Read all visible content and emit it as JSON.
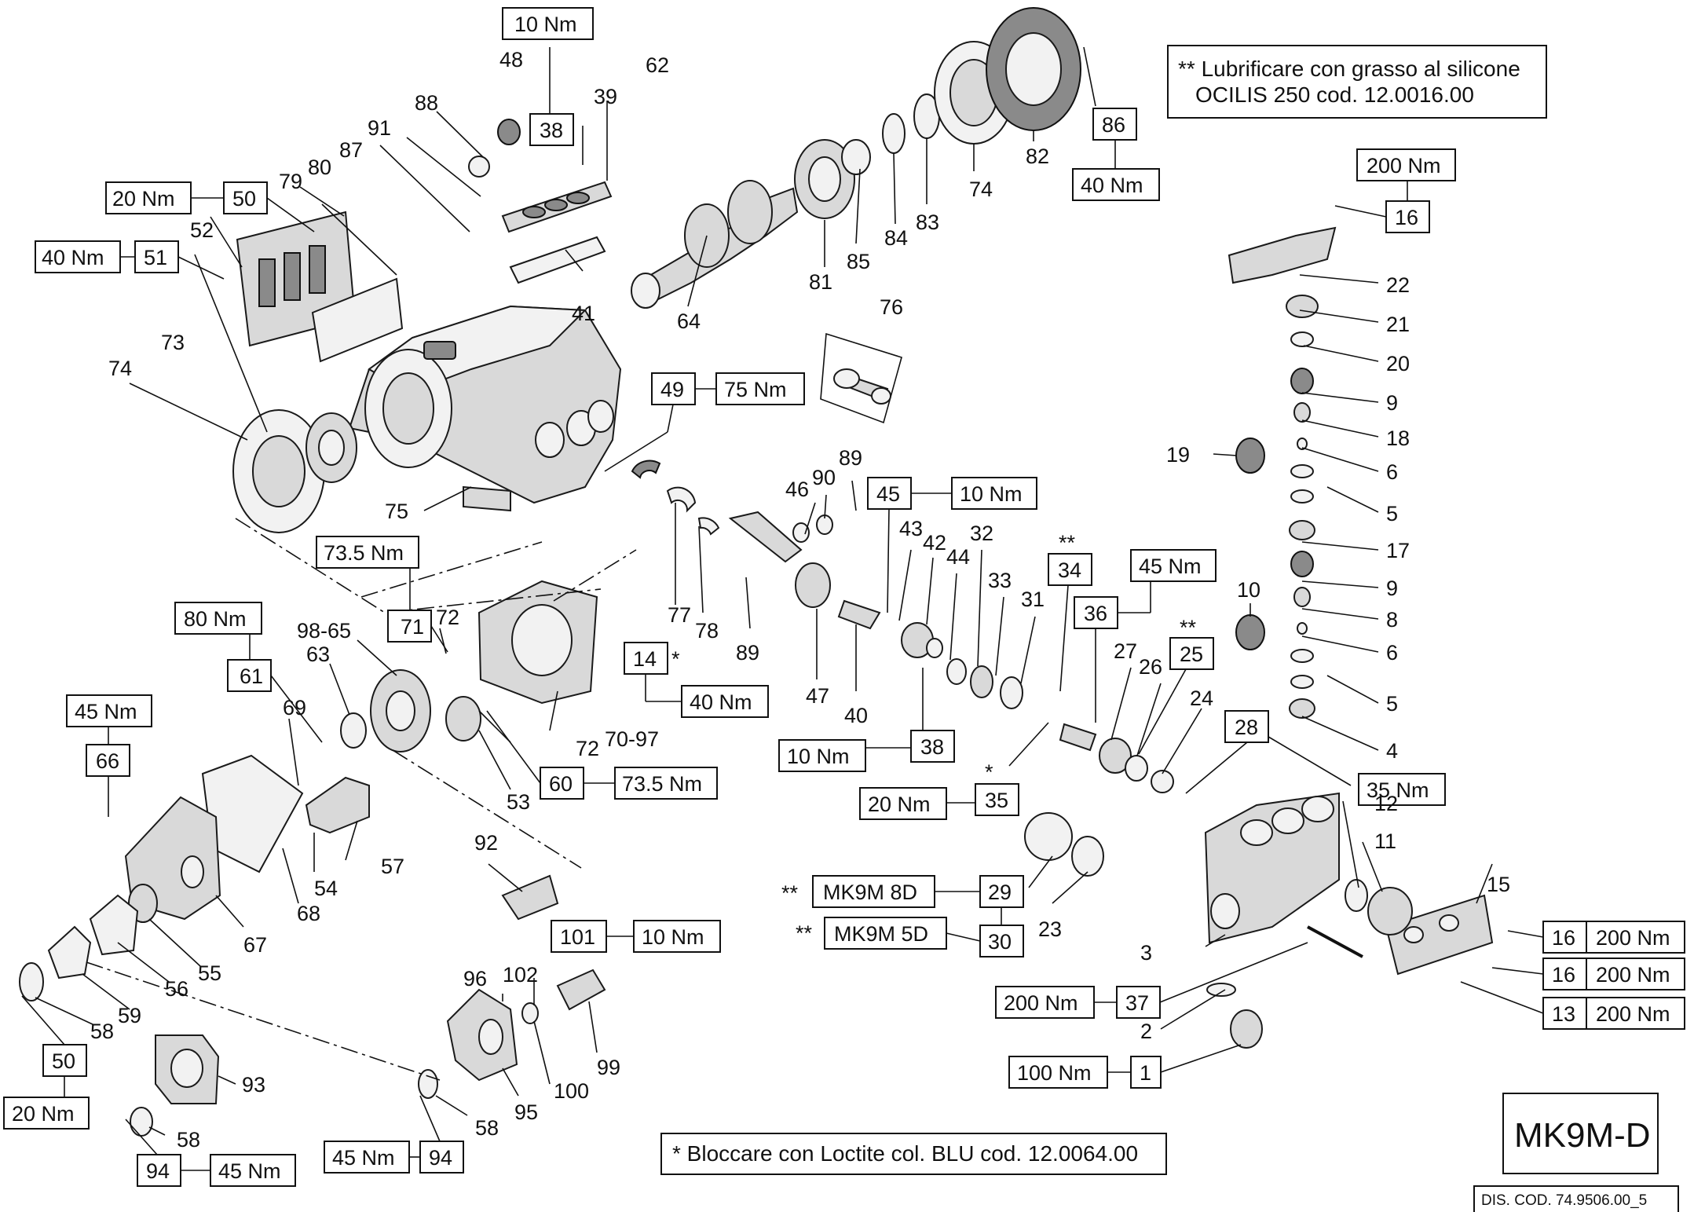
{
  "notes": {
    "silicone_line1": "** Lubrificare con grasso al silicone",
    "silicone_line2": "OCILIS 250 cod. 12.0016.00",
    "loctite": "* Bloccare con Loctite col. BLU cod. 12.0064.00"
  },
  "model": "MK9M-D",
  "drawing_code": "DIS. COD. 74.9506.00_5",
  "torque_boxes": [
    {
      "id": "b38-top",
      "num": "38",
      "torque": "10 Nm"
    },
    {
      "id": "b50",
      "num": "50",
      "torque": "20 Nm"
    },
    {
      "id": "b51",
      "num": "51",
      "torque": "40 Nm"
    },
    {
      "id": "b86",
      "num": "86",
      "torque": "40 Nm"
    },
    {
      "id": "b16-top",
      "num": "16",
      "torque": "200 Nm"
    },
    {
      "id": "b49",
      "num": "49",
      "torque": "75 Nm"
    },
    {
      "id": "b45",
      "num": "45",
      "torque": "10 Nm"
    },
    {
      "id": "b71",
      "num": "71",
      "torque": "73.5 Nm"
    },
    {
      "id": "b61",
      "num": "61",
      "torque": "80 Nm"
    },
    {
      "id": "b66",
      "num": "66",
      "torque": "45 Nm"
    },
    {
      "id": "b14",
      "num": "14",
      "torque": "40 Nm"
    },
    {
      "id": "b60",
      "num": "60",
      "torque": "73.5 Nm"
    },
    {
      "id": "b38-mid",
      "num": "38",
      "torque": "10 Nm"
    },
    {
      "id": "b35",
      "num": "35",
      "torque": "20 Nm"
    },
    {
      "id": "b36",
      "num": "36",
      "torque": "45 Nm"
    },
    {
      "id": "b34",
      "num": "34",
      "torque": ""
    },
    {
      "id": "b25",
      "num": "25",
      "torque": ""
    },
    {
      "id": "b28",
      "num": "28",
      "torque": "35 Nm"
    },
    {
      "id": "b29",
      "num": "29",
      "torque": "MK9M 8D"
    },
    {
      "id": "b30",
      "num": "30",
      "torque": "MK9M 5D"
    },
    {
      "id": "b101",
      "num": "101",
      "torque": "10 Nm"
    },
    {
      "id": "b37",
      "num": "37",
      "torque": "200 Nm"
    },
    {
      "id": "b1",
      "num": "1",
      "torque": "100 Nm"
    },
    {
      "id": "b16-a",
      "num": "16",
      "torque": "200 Nm"
    },
    {
      "id": "b16-b",
      "num": "16",
      "torque": "200 Nm"
    },
    {
      "id": "b13",
      "num": "13",
      "torque": "200 Nm"
    },
    {
      "id": "b50-bot",
      "num": "50",
      "torque": "20 Nm"
    },
    {
      "id": "b94-a",
      "num": "94",
      "torque": "45 Nm"
    },
    {
      "id": "b94-b",
      "num": "94",
      "torque": "45 Nm"
    }
  ],
  "part_labels": [
    "48",
    "39",
    "62",
    "88",
    "91",
    "87",
    "79",
    "80",
    "52",
    "73",
    "74",
    "75",
    "41",
    "64",
    "81",
    "85",
    "84",
    "83",
    "74",
    "82",
    "76",
    "22",
    "21",
    "20",
    "9",
    "18",
    "6",
    "5",
    "17",
    "9",
    "8",
    "6",
    "5",
    "4",
    "19",
    "10",
    "46",
    "90",
    "89",
    "43",
    "42",
    "44",
    "32",
    "33",
    "31",
    "27",
    "26",
    "24",
    "77",
    "78",
    "89",
    "47",
    "40",
    "98-65",
    "72",
    "63",
    "69",
    "72",
    "70-97",
    "53",
    "54",
    "57",
    "92",
    "68",
    "67",
    "55",
    "56",
    "59",
    "58",
    "58",
    "93",
    "96",
    "102",
    "100",
    "99",
    "95",
    "58",
    "12",
    "11",
    "15",
    "3",
    "2",
    "23"
  ],
  "star_marks": {
    "single": "*",
    "double": "**"
  }
}
